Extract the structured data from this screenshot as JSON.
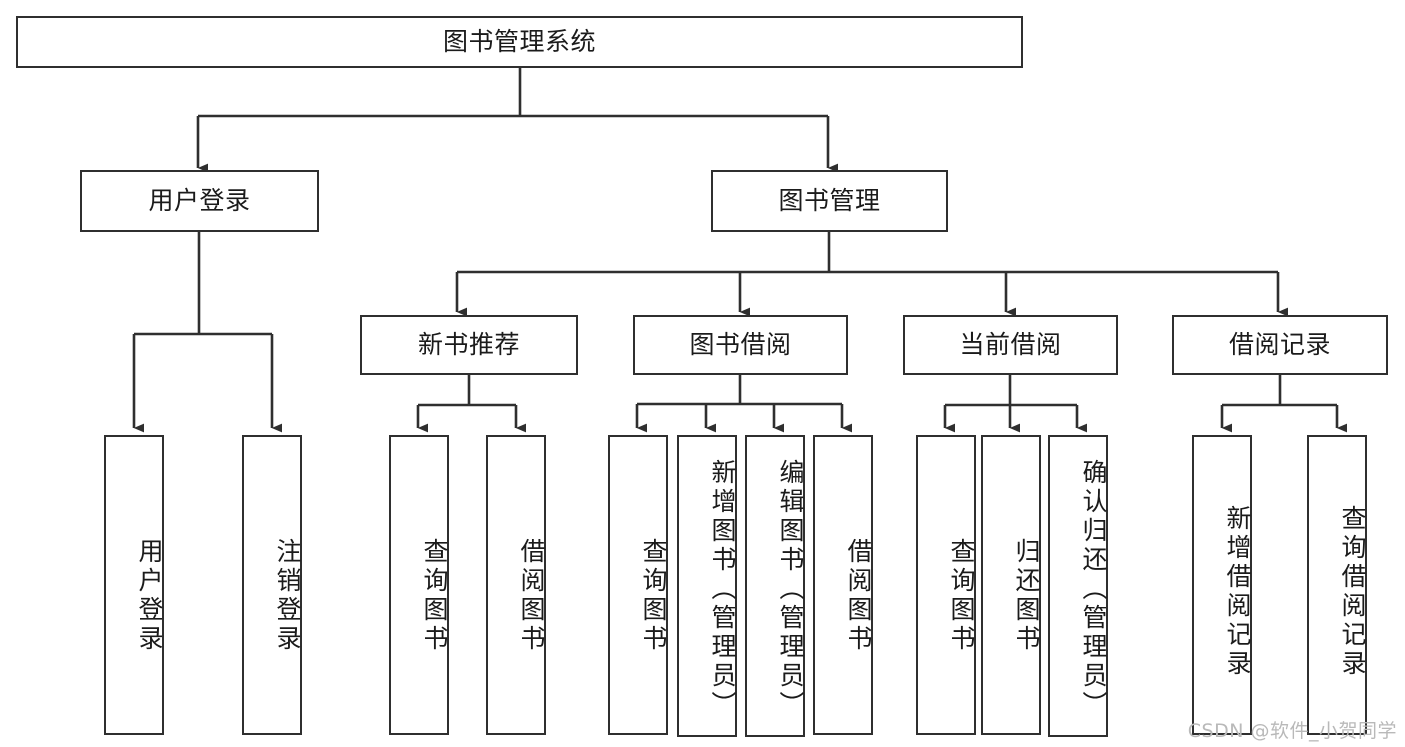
{
  "diagram": {
    "title": "图书管理系统",
    "type": "tree-hierarchy",
    "watermark": "CSDN @软件_小贺同学",
    "theme": {
      "stroke": "#2f2f2f",
      "fill": "#ffffff",
      "text": "#1b1b1b",
      "watermark_color": "#b9b9b9"
    },
    "nodes": {
      "root": {
        "label": "图书管理系统"
      },
      "level1": [
        {
          "id": "user-login",
          "label": "用户登录"
        },
        {
          "id": "book-management",
          "label": "图书管理"
        }
      ],
      "level2": [
        {
          "id": "new-book-recommend",
          "label": "新书推荐"
        },
        {
          "id": "book-borrow",
          "label": "图书借阅"
        },
        {
          "id": "current-borrow",
          "label": "当前借阅"
        },
        {
          "id": "borrow-record",
          "label": "借阅记录"
        }
      ],
      "leaves": {
        "user_login": [
          {
            "id": "leaf-user-login",
            "label": "用户登录"
          },
          {
            "id": "leaf-logout-login",
            "label": "注销登录"
          }
        ],
        "new_book_recommend": [
          {
            "id": "leaf-query-book-1",
            "label": "查询图书"
          },
          {
            "id": "leaf-borrow-book-1",
            "label": "借阅图书"
          }
        ],
        "book_borrow": [
          {
            "id": "leaf-query-book-2",
            "label": "查询图书"
          },
          {
            "id": "leaf-add-book",
            "label": "新增图书（管理员）"
          },
          {
            "id": "leaf-edit-book",
            "label": "编辑图书（管理员）"
          },
          {
            "id": "leaf-borrow-book-2",
            "label": "借阅图书"
          }
        ],
        "current_borrow": [
          {
            "id": "leaf-query-book-3",
            "label": "查询图书"
          },
          {
            "id": "leaf-return-book",
            "label": "归还图书"
          },
          {
            "id": "leaf-confirm-return",
            "label": "确认归还（管理员）"
          }
        ],
        "borrow_record": [
          {
            "id": "leaf-add-record",
            "label": "新增借阅记录"
          },
          {
            "id": "leaf-query-record",
            "label": "查询借阅记录"
          }
        ]
      }
    },
    "edges": [
      {
        "from": "root",
        "to": "user-login"
      },
      {
        "from": "root",
        "to": "book-management"
      },
      {
        "from": "user-login",
        "to": "leaf-user-login"
      },
      {
        "from": "user-login",
        "to": "leaf-logout-login"
      },
      {
        "from": "book-management",
        "to": "new-book-recommend"
      },
      {
        "from": "book-management",
        "to": "book-borrow"
      },
      {
        "from": "book-management",
        "to": "current-borrow"
      },
      {
        "from": "book-management",
        "to": "borrow-record"
      },
      {
        "from": "new-book-recommend",
        "to": "leaf-query-book-1"
      },
      {
        "from": "new-book-recommend",
        "to": "leaf-borrow-book-1"
      },
      {
        "from": "book-borrow",
        "to": "leaf-query-book-2"
      },
      {
        "from": "book-borrow",
        "to": "leaf-add-book"
      },
      {
        "from": "book-borrow",
        "to": "leaf-edit-book"
      },
      {
        "from": "book-borrow",
        "to": "leaf-borrow-book-2"
      },
      {
        "from": "current-borrow",
        "to": "leaf-query-book-3"
      },
      {
        "from": "current-borrow",
        "to": "leaf-return-book"
      },
      {
        "from": "current-borrow",
        "to": "leaf-confirm-return"
      },
      {
        "from": "borrow-record",
        "to": "leaf-add-record"
      },
      {
        "from": "borrow-record",
        "to": "leaf-query-record"
      }
    ]
  }
}
